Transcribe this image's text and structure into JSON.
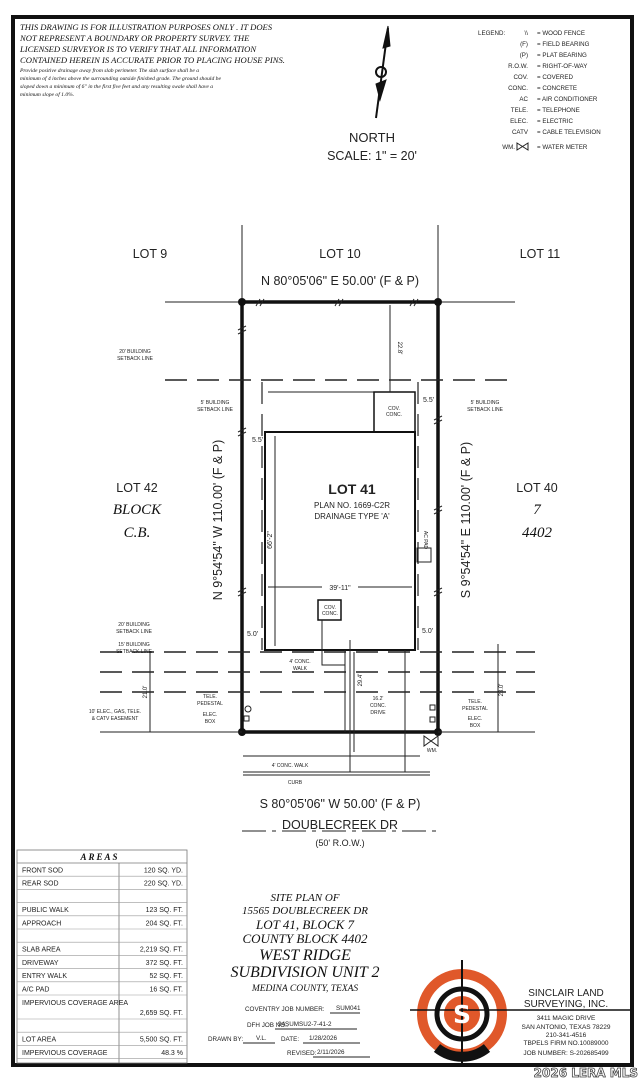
{
  "disclaimer": {
    "lines": [
      "THIS DRAWING IS FOR ILLUSTRATION PURPOSES ONLY . IT DOES",
      "NOT REPRESENT A BOUNDARY OR PROPERTY SURVEY. THE",
      "LICENSED SURVEYOR IS TO VERIFY THAT ALL INFORMATION",
      "CONTAINED HEREIN IS ACCURATE PRIOR TO PLACING HOUSE PINS."
    ],
    "notes": [
      "Provide positive drainage away from slab perimeter. The slab surface shall be a",
      "minimum of 4 inches above the surrounding outside finished grade. The ground should be",
      "sloped down a minimum of 6\" in the first five feet and any resulting swale shall have a",
      "minimum slope of 1.0%."
    ]
  },
  "north": {
    "label": "NORTH",
    "scale": "SCALE: 1\" = 20'"
  },
  "legend": {
    "title": "LEGEND:",
    "items": [
      {
        "symbol": "\\\\",
        "meaning": "= WOOD FENCE"
      },
      {
        "symbol": "(F)",
        "meaning": "= FIELD BEARING"
      },
      {
        "symbol": "(P)",
        "meaning": "= PLAT BEARING"
      },
      {
        "symbol": "R.O.W.",
        "meaning": "= RIGHT-OF-WAY"
      },
      {
        "symbol": "COV.",
        "meaning": "= COVERED"
      },
      {
        "symbol": "CONC.",
        "meaning": "= CONCRETE"
      },
      {
        "symbol": "AC",
        "meaning": "= AIR CONDITIONER"
      },
      {
        "symbol": "TELE.",
        "meaning": "= TELEPHONE"
      },
      {
        "symbol": "ELEC.",
        "meaning": "= ELECTRIC"
      },
      {
        "symbol": "CATV",
        "meaning": "= CABLE TELEVISION"
      },
      {
        "symbol": "WM.",
        "meaning": "= WATER METER"
      }
    ]
  },
  "plan": {
    "lots": {
      "lot9": "LOT 9",
      "lot10": "LOT 10",
      "lot11": "LOT 11",
      "lot42": "LOT 42",
      "lot40": "LOT 40"
    },
    "left_block": {
      "block": "BLOCK",
      "cb": "C.B."
    },
    "right_block": {
      "block": "7",
      "cb": "4402"
    },
    "bearings": {
      "north": "N 80°05'06\" E 50.00' (F & P)",
      "west": "N 9°54'54\" W 110.00' (F & P)",
      "east": "S 9°54'54\" E 110.00' (F & P)",
      "south": "S 80°05'06\" W 50.00' (F & P)"
    },
    "lot_label": "LOT 41",
    "plan_no": "PLAN NO. 1669-C2R",
    "drainage": "DRAINAGE TYPE 'A'",
    "dims": {
      "rear": "22.8'",
      "side_top_left": "5.5'",
      "side_top_right": "5.5'",
      "side_bottom_left": "5.0'",
      "side_bottom_right": "5.0'",
      "depth": "66'-2\"",
      "width": "39'-11\"",
      "front_left": "21.0'",
      "drive": "29.4'",
      "front_right": "23.0'"
    },
    "labels": {
      "setback20_top": [
        "20' BUILDING",
        "SETBACK LINE"
      ],
      "setback5_left": [
        "5' BUILDING",
        "SETBACK LINE"
      ],
      "setback5_right": [
        "5' BUILDING",
        "SETBACK LINE"
      ],
      "setback20_bottom": [
        "20' BUILDING",
        "SETBACK LINE"
      ],
      "setback15": [
        "15' BUILDING",
        "SETBACK LINE"
      ],
      "easement": [
        "10' ELEC., GAS, TELE.",
        "& CATV EASEMENT"
      ],
      "cov_conc": [
        "COV.",
        "CONC."
      ],
      "ac_pad": "AC PAD",
      "conc_walk": [
        "4' CONC.",
        "WALK"
      ],
      "drive": [
        "16.2'",
        "CONC.",
        "DRIVE"
      ],
      "tele_pedestal": [
        "TELE.",
        "PEDESTAL"
      ],
      "elec_box": [
        "ELEC.",
        "BOX"
      ],
      "public_walk": "4' CONC. WALK",
      "curb": "CURB",
      "wm": "WM."
    },
    "street": "DOUBLECREEK DR",
    "row": "(50' R.O.W.)"
  },
  "areas": {
    "title": "AREAS",
    "rows": [
      {
        "label": "FRONT SOD",
        "value": "120 SQ. YD."
      },
      {
        "label": "REAR SOD",
        "value": "220 SQ. YD."
      },
      {
        "label": "",
        "value": ""
      },
      {
        "label": "PUBLIC WALK",
        "value": "123 SQ. FT."
      },
      {
        "label": "APPROACH",
        "value": "204 SQ. FT."
      },
      {
        "label": "",
        "value": ""
      },
      {
        "label": "SLAB AREA",
        "value": "2,219 SQ. FT."
      },
      {
        "label": "DRIVEWAY",
        "value": "372 SQ. FT."
      },
      {
        "label": "ENTRY WALK",
        "value": "52 SQ. FT."
      },
      {
        "label": "A/C PAD",
        "value": "16 SQ. FT."
      },
      {
        "label": "IMPERVIOUS COVERAGE AREA",
        "value": "2,659 SQ. FT."
      },
      {
        "label": "",
        "value": ""
      },
      {
        "label": "LOT AREA",
        "value": "5,500 SQ. FT."
      },
      {
        "label": "IMPERVIOUS COVERAGE",
        "value": "48.3 %"
      }
    ]
  },
  "title_block": {
    "lines": [
      "SITE PLAN OF",
      "15565 DOUBLECREEK DR",
      "LOT 41, BLOCK 7",
      "COUNTY BLOCK 4402",
      "WEST RIDGE",
      "SUBDIVISION UNIT 2",
      "MEDINA COUNTY, TEXAS"
    ],
    "coventry_label": "COVENTRY JOB NUMBER:",
    "coventry_value": "SUM041",
    "dfh_label": "DFH JOB NO.:",
    "dfh_value": "94SUMSU2-7-41-2",
    "drawn_label": "DRAWN BY:",
    "drawn_value": "V.L.",
    "date_label": "DATE:",
    "date_value": "1/28/2026",
    "revised_label": "REVISED:",
    "revised_value": "2/11/2026"
  },
  "company": {
    "name1": "SINCLAIR LAND",
    "name2": "SURVEYING, INC.",
    "address1": "3411 MAGIC DRIVE",
    "address2": "SAN ANTONIO, TEXAS 78229",
    "phone": "210-341-4516",
    "firm": "TBPELS FIRM NO.10089000",
    "job": "JOB NUMBER: S-202685499",
    "logo_letter": "S",
    "logo_color": "#e0582a"
  },
  "watermark": "2026 LERA MLS"
}
